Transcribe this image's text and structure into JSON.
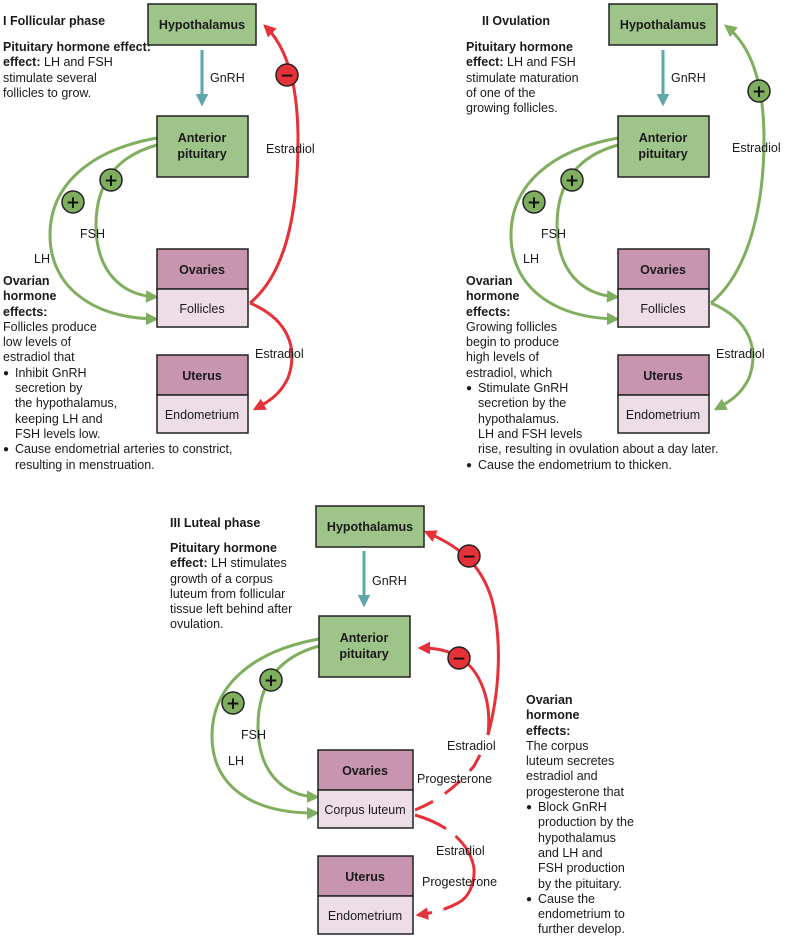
{
  "colors": {
    "green_box": "#9fc48a",
    "purple_box": "#c796ae",
    "pink_box": "#ecdde7",
    "green_arrow": "#80ae5f",
    "teal_arrow": "#5fa7a9",
    "red_arrow": "#e53138",
    "plus_fill": "#80ae5f",
    "minus_fill": "#e53138"
  },
  "signs": {
    "plus": "+",
    "minus": "−"
  },
  "panel1": {
    "title": "I Follicular phase",
    "pit_label": "Pituitary hormone effect:",
    "pit_text": [
      "LH and FSH",
      "stimulate several",
      "follicles to grow."
    ],
    "hypothalamus": "Hypothalamus",
    "anterior": [
      "Anterior",
      "pituitary"
    ],
    "ovaries": "Ovaries",
    "follicles": "Follicles",
    "uterus": "Uterus",
    "endometrium": "Endometrium",
    "gnrh": "GnRH",
    "fsh": "FSH",
    "lh": "LH",
    "estradiol_top": "Estradiol",
    "estradiol_bottom": "Estradiol",
    "ovarian_label": [
      "Ovarian",
      "hormone",
      "effects:"
    ],
    "ovarian_intro": [
      "Follicles produce",
      "low levels of",
      "estradiol that"
    ],
    "bullets": [
      [
        "Inhibit GnRH",
        "secretion by",
        "the hypothalamus,",
        "keeping LH and",
        "FSH levels low."
      ],
      [
        "Cause endometrial arteries to constrict,",
        "resulting in menstruation."
      ]
    ]
  },
  "panel2": {
    "title": "II Ovulation",
    "pit_label": "Pituitary hormone",
    "pit_label2": "effect:",
    "pit_text_first": "LH and FSH",
    "pit_text": [
      "stimulate maturation",
      "of one of the",
      "growing follicles."
    ],
    "hypothalamus": "Hypothalamus",
    "anterior": [
      "Anterior",
      "pituitary"
    ],
    "ovaries": "Ovaries",
    "follicles": "Follicles",
    "uterus": "Uterus",
    "endometrium": "Endometrium",
    "gnrh": "GnRH",
    "fsh": "FSH",
    "lh": "LH",
    "estradiol_top": "Estradiol",
    "estradiol_bottom": "Estradiol",
    "ovarian_label": [
      "Ovarian",
      "hormone",
      "effects:"
    ],
    "ovarian_intro": [
      "Growing follicles",
      "begin to produce",
      "high levels of",
      "estradiol, which"
    ],
    "bullets": [
      [
        "Stimulate GnRH",
        "secretion by the",
        "hypothalamus.",
        "LH and FSH levels",
        "rise, resulting in ovulation about a day later."
      ],
      [
        "Cause the endometrium to thicken."
      ]
    ]
  },
  "panel3": {
    "title": "III Luteal phase",
    "pit_label": "Pituitary hormone",
    "pit_label2": "effect:",
    "pit_text_first": "LH stimulates",
    "pit_text": [
      "growth of a corpus",
      "luteum from follicular",
      "tissue left behind after",
      "ovulation."
    ],
    "hypothalamus": "Hypothalamus",
    "anterior": [
      "Anterior",
      "pituitary"
    ],
    "ovaries": "Ovaries",
    "corpus": "Corpus luteum",
    "uterus": "Uterus",
    "endometrium": "Endometrium",
    "gnrh": "GnRH",
    "fsh": "FSH",
    "lh": "LH",
    "estradiol_top": "Estradiol",
    "progesterone_top": "Progesterone",
    "estradiol_bottom": "Estradiol",
    "progesterone_bottom": "Progesterone",
    "ovarian_label": [
      "Ovarian",
      "hormone",
      "effects:"
    ],
    "ovarian_intro": [
      "The corpus",
      "luteum secretes",
      "estradiol and",
      "progesterone that"
    ],
    "bullets": [
      [
        "Block GnRH",
        "production by the",
        "hypothalamus",
        "and LH and",
        "FSH production",
        "by the pituitary."
      ],
      [
        "Cause the",
        "endometrium to",
        "further develop."
      ]
    ]
  }
}
